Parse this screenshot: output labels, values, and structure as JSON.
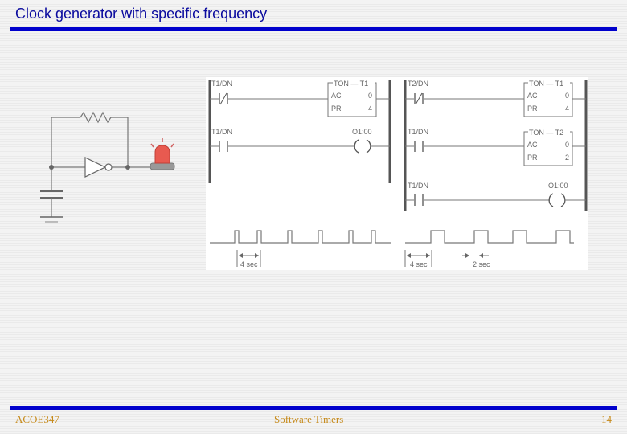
{
  "slide": {
    "title": "Clock generator with specific frequency",
    "footer_left": "ACOE347",
    "footer_center": "Software Timers",
    "footer_right": "14"
  },
  "ladder_left": {
    "rung1": {
      "contact": "T1/DN",
      "timer_name": "TON — T1",
      "ac_label": "AC",
      "ac_value": "0",
      "pr_label": "PR",
      "pr_value": "4"
    },
    "rung2": {
      "contact": "T1/DN",
      "output": "O1:00"
    },
    "timing": "4 sec"
  },
  "ladder_right": {
    "rung1": {
      "contact": "T2/DN",
      "timer_name": "TON — T1",
      "ac_label": "AC",
      "ac_value": "0",
      "pr_label": "PR",
      "pr_value": "4"
    },
    "rung2": {
      "contact": "T1/DN",
      "timer_name": "TON — T2",
      "ac_label": "AC",
      "ac_value": "0",
      "pr_label": "PR",
      "pr_value": "2"
    },
    "rung3": {
      "contact": "T1/DN",
      "output": "O1:00"
    },
    "timing_a": "4 sec",
    "timing_b": "2 sec"
  },
  "colors": {
    "title": "#0a0a9e",
    "rule": "#0000cc",
    "footer": "#c68a1a",
    "led": "#e85a50"
  }
}
